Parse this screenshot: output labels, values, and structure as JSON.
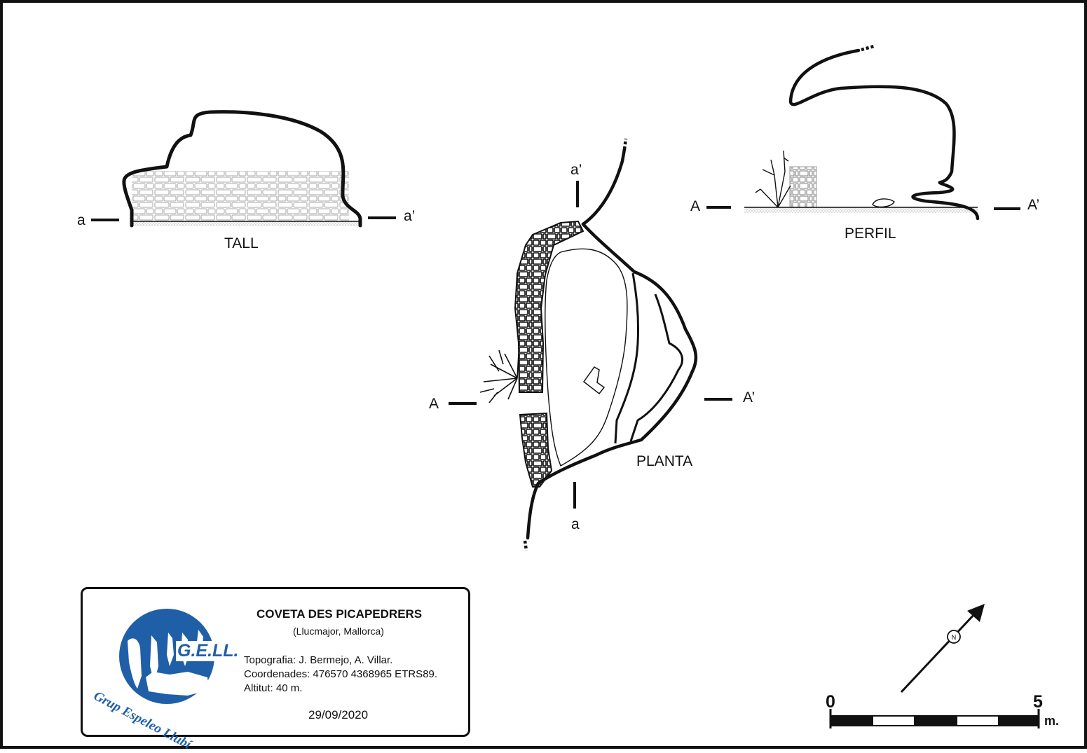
{
  "sections": {
    "tall": {
      "title": "TALL",
      "left_label": "a",
      "right_label": "a’"
    },
    "planta": {
      "title": "PLANTA",
      "top_label": "a’",
      "bottom_label": "a",
      "left_label": "A",
      "right_label": "A’"
    },
    "perfil": {
      "title": "PERFIL",
      "left_label": "A",
      "right_label": "A’"
    }
  },
  "info": {
    "title": "COVETA DES PICAPEDRERS",
    "location": "(Llucmajor, Mallorca)",
    "survey": "Topografia: J. Bermejo, A. Villar.",
    "coordinates": "Coordenades: 476570 4368965 ETRS89.",
    "altitude": "Altitut: 40 m.",
    "date": "29/09/2020"
  },
  "logo": {
    "name": "Grup Espeleo Llubí",
    "abbrev": "G.E.LL.",
    "color": "#1f5fa8"
  },
  "scale": {
    "start": "0",
    "end": "5",
    "unit": "m."
  },
  "north_arrow": {
    "label": "N"
  }
}
